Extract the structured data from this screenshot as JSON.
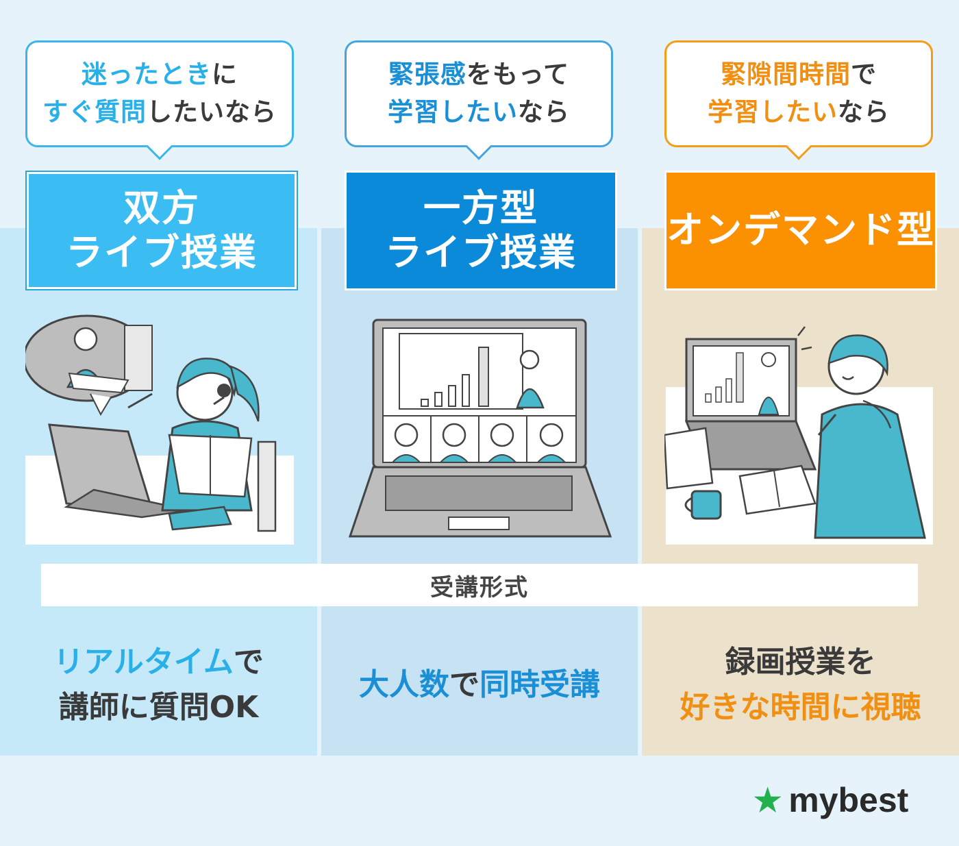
{
  "columns": [
    {
      "bubble": {
        "line1_hl": "迷ったとき",
        "line1_rest": "に",
        "line2_hl": "すぐ質問",
        "line2_rest": "したいなら"
      },
      "type": {
        "line1": "双方",
        "line2": "ライブ授業"
      },
      "feature": {
        "line1_hl": "リアルタイム",
        "line1_rest": "で",
        "line2": "講師に質問OK"
      }
    },
    {
      "bubble": {
        "line1_hl": "緊張感",
        "line1_rest": "をもって",
        "line2_hl": "学習したい",
        "line2_rest": "なら"
      },
      "type": {
        "line1": "一方型",
        "line2": "ライブ授業"
      },
      "feature": {
        "part1_hl": "大人数",
        "part2": "で",
        "part3_hl": "同時受講"
      }
    },
    {
      "bubble": {
        "line1_hl": "緊隙間時間",
        "line1_rest": "で",
        "line2_hl": "学習したい",
        "line2_rest": "なら"
      },
      "type": {
        "line1": "オンデマンド型"
      },
      "feature": {
        "line1": "録画授業を",
        "line2_hl": "好きな時間に視聴"
      }
    }
  ],
  "band_label": "受講形式",
  "logo": {
    "text": "mybest",
    "icon": "star-icon"
  },
  "colors": {
    "blue_light": "#3bbdf4",
    "blue_dark": "#0a8ad8",
    "orange": "#fb9001",
    "logo_green": "#22b14c"
  }
}
